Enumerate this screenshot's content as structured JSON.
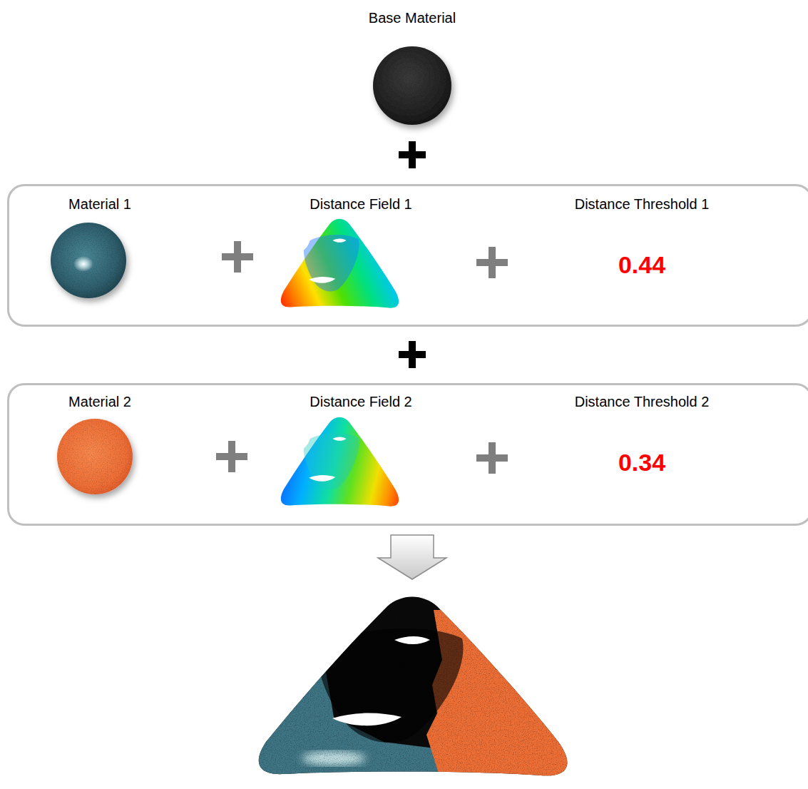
{
  "diagram": {
    "nodes": [
      {
        "text": [
          "Material 1",
          "Distance Field 1",
          "Distance Threshold 1",
          "0.44"
        ]
      },
      {
        "text": [
          "Material 2",
          "Distance Field 2",
          "Distance Threshold 2",
          "0.34"
        ]
      }
    ],
    "labels": [
      "Base Material"
    ]
  }
}
